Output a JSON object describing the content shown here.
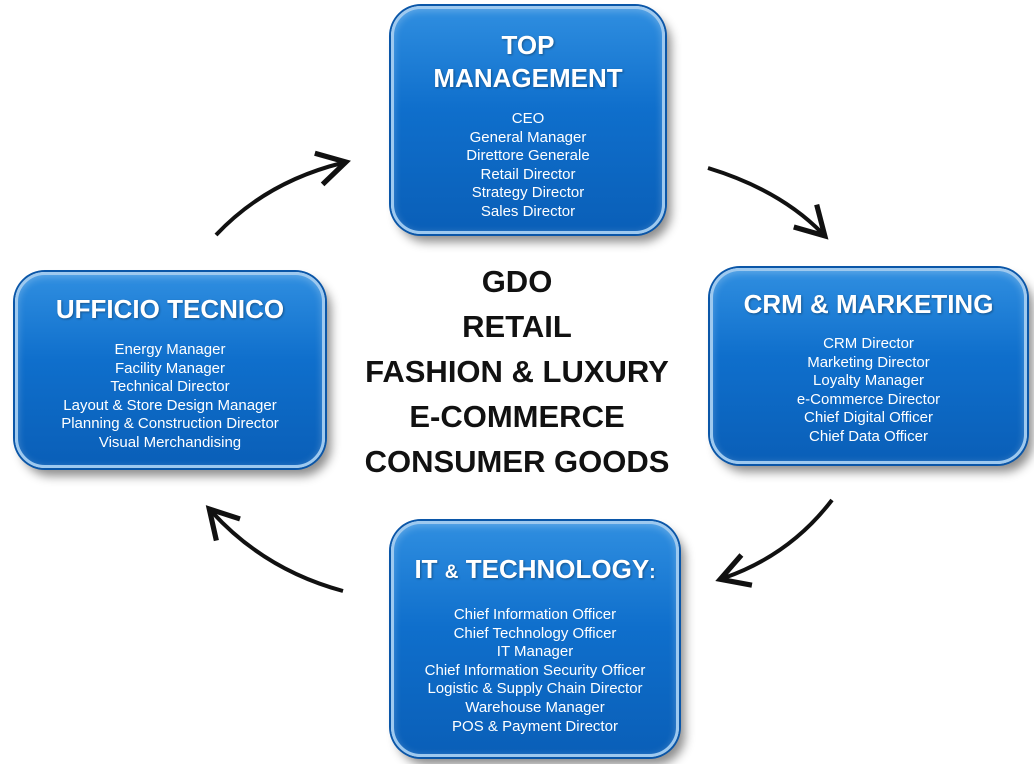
{
  "top_management": {
    "title_line1": "TOP",
    "title_line2": "MANAGEMENT",
    "roles": [
      "CEO",
      "General  Manager",
      "Direttore Generale",
      "Retail Director",
      "Strategy Director",
      "Sales Director"
    ]
  },
  "crm_marketing": {
    "title": "CRM & MARKETING",
    "roles": [
      "CRM Director",
      "Marketing Director",
      "Loyalty Manager",
      "e-Commerce Director",
      "Chief Digital Officer",
      "Chief Data Officer"
    ]
  },
  "it_technology": {
    "title_part1": "IT ",
    "title_amp": "&",
    "title_part2": " TECHNOLOGY",
    "title_colon": ":",
    "roles": [
      "Chief Information Officer",
      "Chief Technology Officer",
      "IT Manager",
      "Chief Information Security Officer",
      "Logistic & Supply Chain Director",
      "Warehouse  Manager",
      "POS & Payment Director"
    ]
  },
  "ufficio_tecnico": {
    "title": "UFFICIO TECNICO",
    "roles": [
      "Energy Manager",
      "Facility Manager",
      "Technical Director",
      "Layout & Store Design Manager",
      "Planning & Construction Director",
      "Visual Merchandising"
    ]
  },
  "center_sectors": [
    "GDO",
    "RETAIL",
    "FASHION & LUXURY",
    "E-COMMERCE",
    "CONSUMER GOODS"
  ],
  "colors": {
    "box_fill": "#0f6fcc",
    "box_border": "#9ec9ef",
    "arrow": "#111111",
    "center_text": "#111111"
  }
}
